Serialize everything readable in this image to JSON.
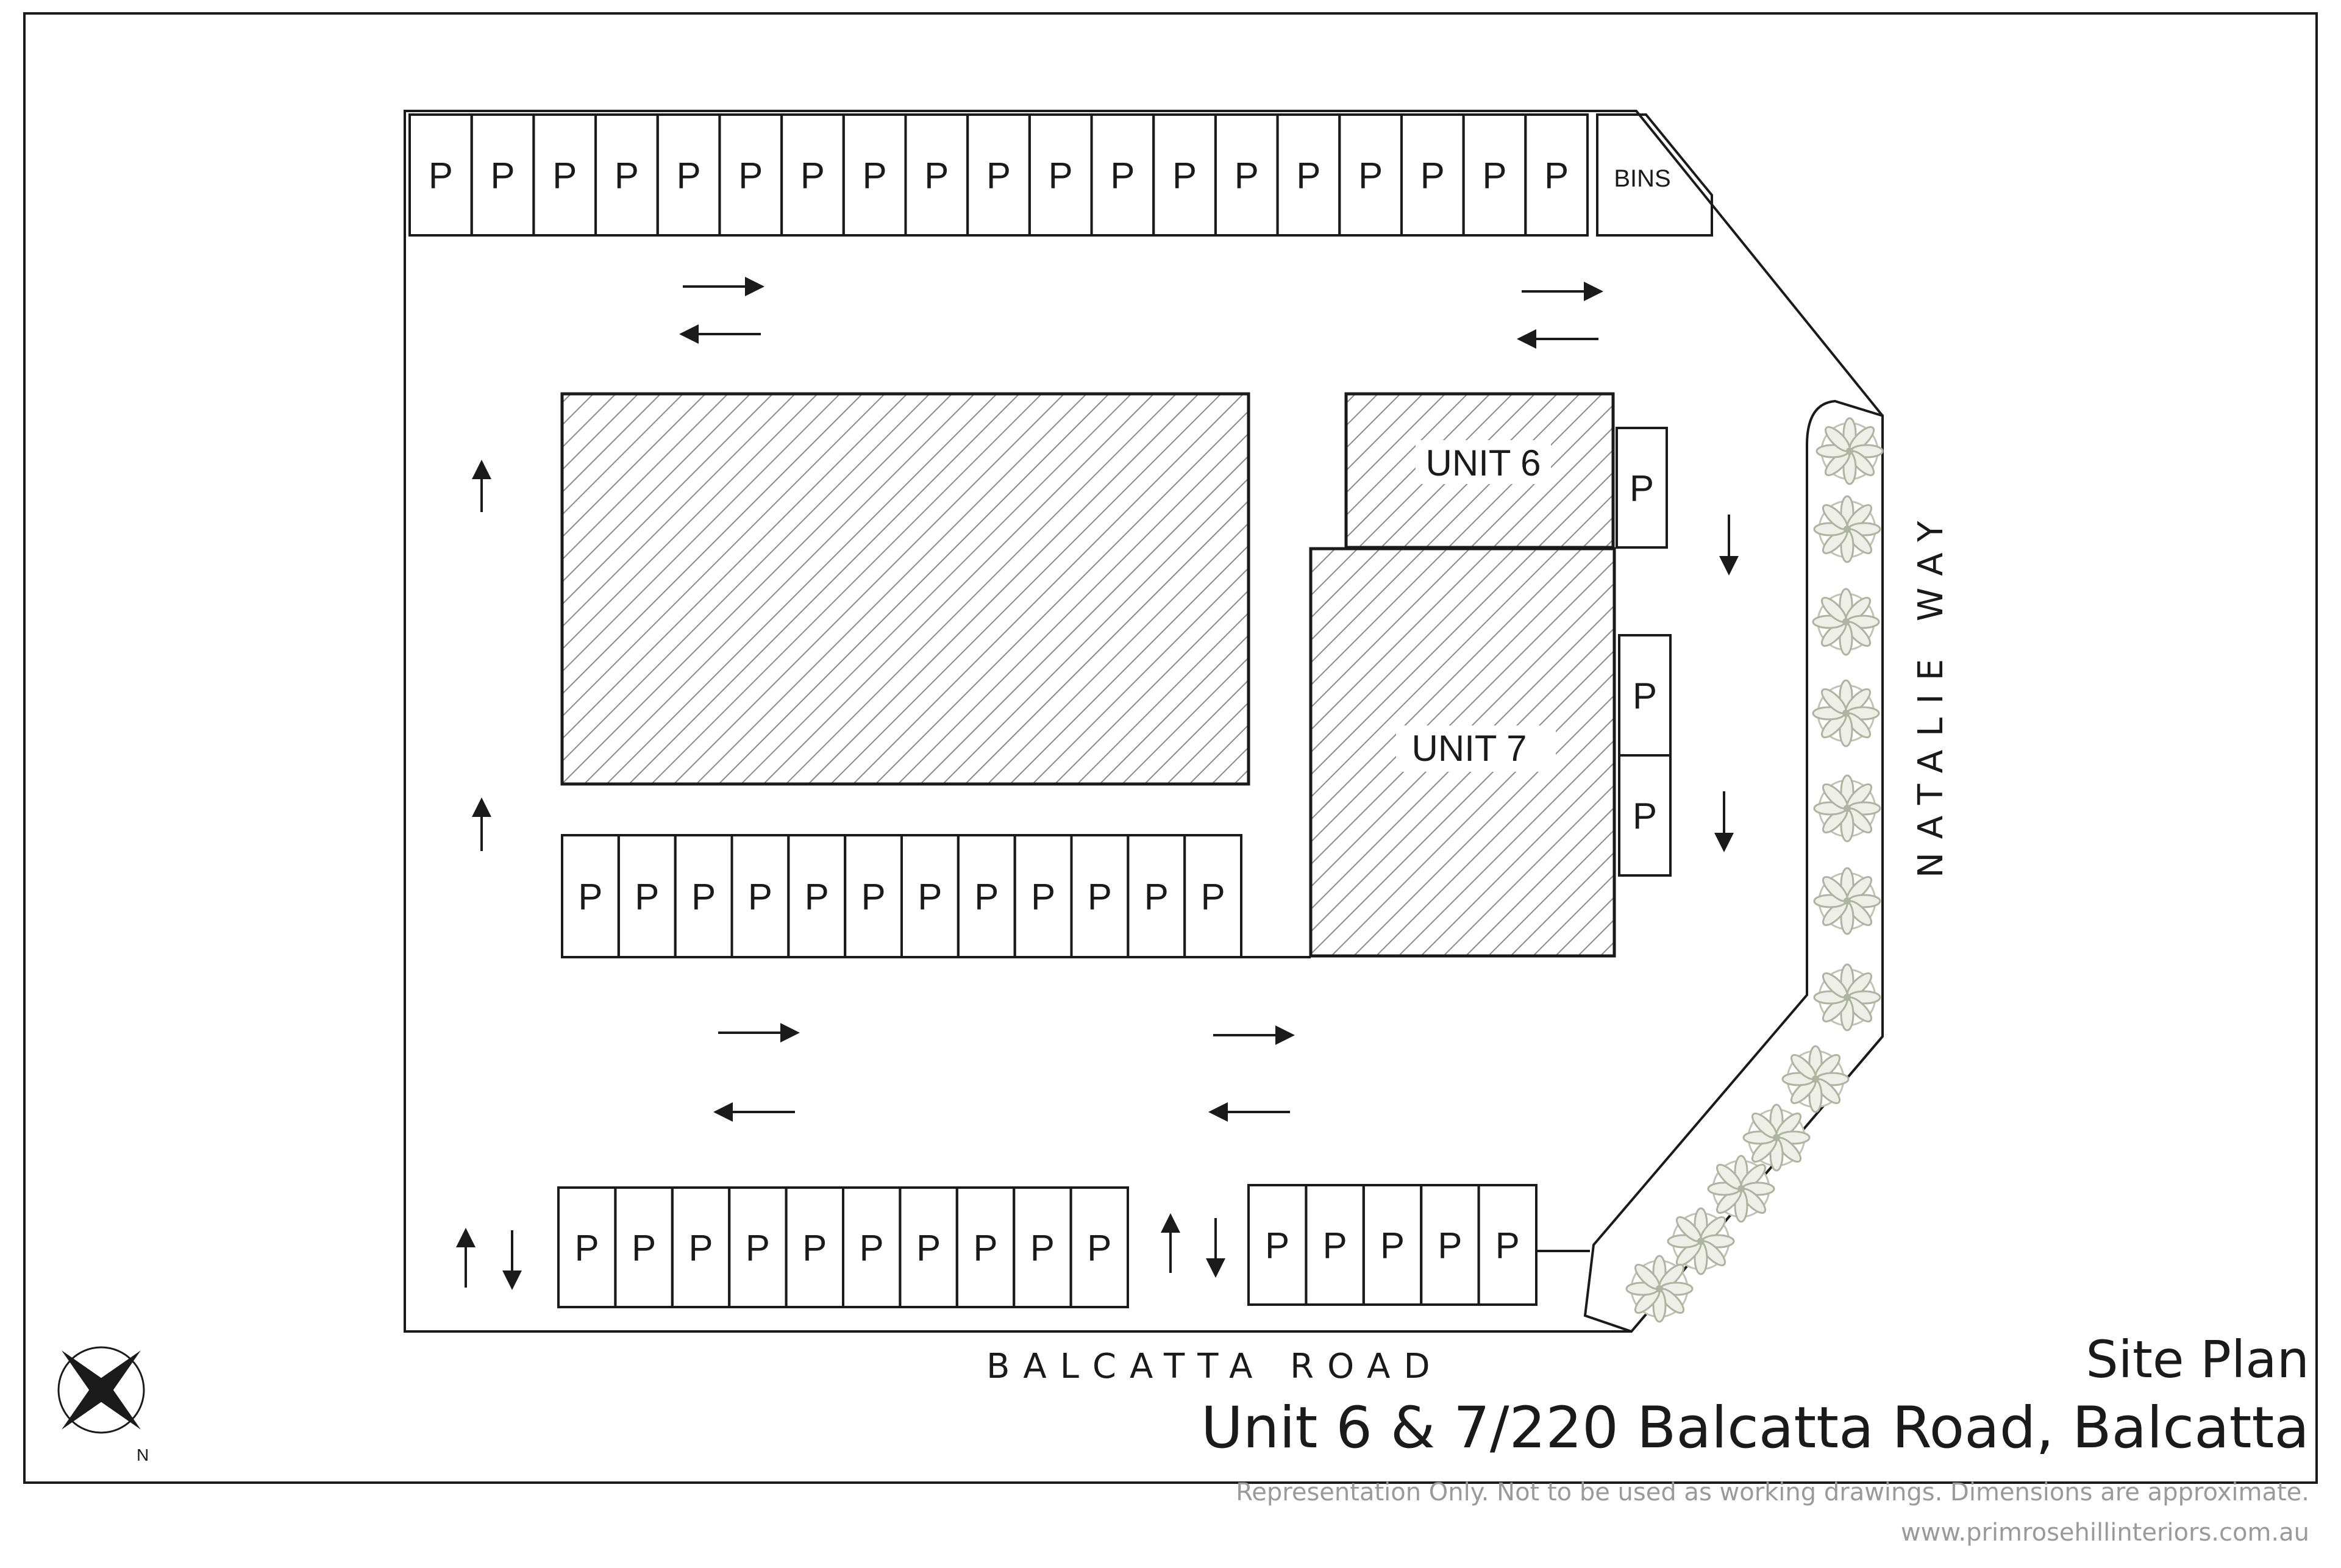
{
  "labels": {
    "parking": "P",
    "bins": "BINS",
    "unit_6": "UNIT 6",
    "unit_7": "UNIT 7",
    "road": "BALCATTA ROAD",
    "street": "NATALIE WAY",
    "north": "N"
  },
  "title_block": {
    "title": "Site Plan",
    "address": "Unit 6 & 7/220 Balcatta Road, Balcatta",
    "disclaimer": "Representation Only. Not to be used as working drawings. Dimensions are approximate.",
    "website": "www.primrosehillinteriors.com.au"
  },
  "parking_counts": {
    "top_row": 19,
    "middle_row": 12,
    "bottom_left_row": 10,
    "bottom_right_row": 5,
    "unit_6_side": 1,
    "unit_7_side": 2
  },
  "icons": {
    "compass": "compass-rose-icon",
    "trees": "tree-icon",
    "arrows": "arrow-icon"
  },
  "colors": {
    "line": "#1a1a1a",
    "hatch": "#8a8a8a",
    "tree": "#c8cdbd",
    "muted_text": "#9a9a9a"
  }
}
